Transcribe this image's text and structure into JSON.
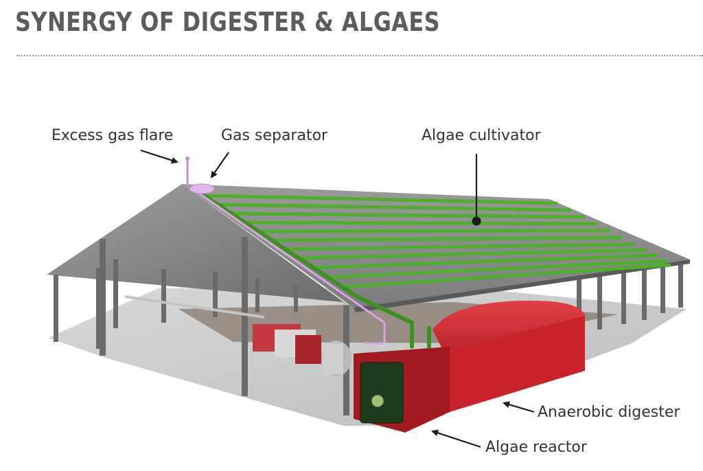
{
  "title": "SYNERGY OF DIGESTER & ALGAES",
  "labels": {
    "excess_gas_flare": "Excess gas flare",
    "gas_separator": "Gas separator",
    "algae_cultivator": "Algae cultivator",
    "anaerobic_digester": "Anaerobic digester",
    "algae_reactor": "Algae reactor"
  },
  "colors": {
    "title_text": "#5c5c5c",
    "roof": "#8f8f8f",
    "algae_tubes": "#4fae2c",
    "digester": "#c8232c",
    "gas_pipe": "#d9a6e3",
    "floor": "#cfcfcf"
  }
}
